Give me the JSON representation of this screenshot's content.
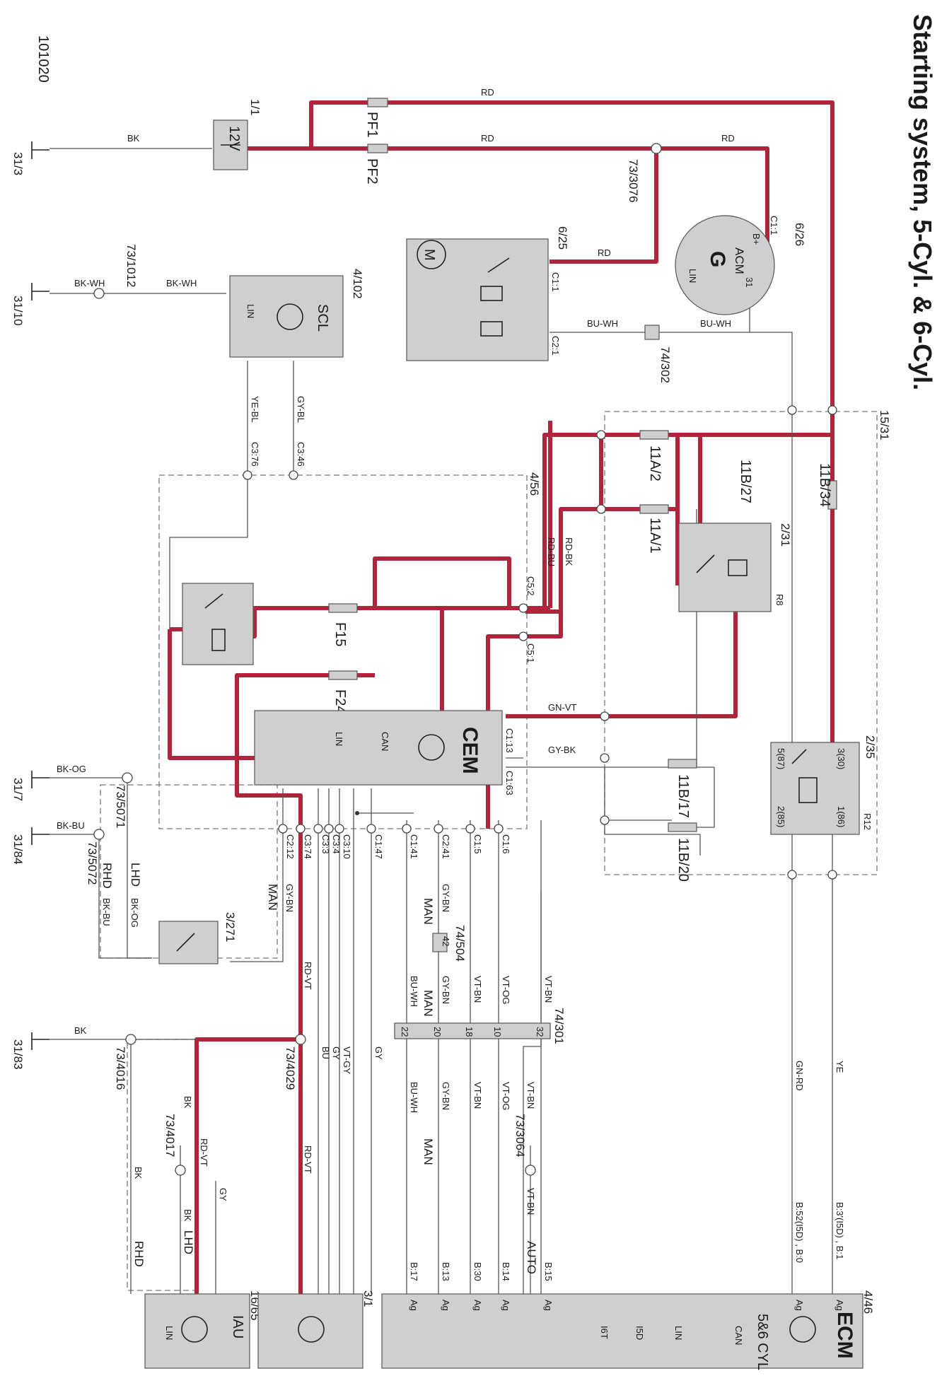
{
  "title": "Starting system, 5-Cyl. & 6-Cyl.",
  "doc_number": "101020",
  "grounds": [
    "31/3",
    "31/10",
    "31/7",
    "31/84",
    "31/83"
  ],
  "splices": [
    "73/1012",
    "73/3076",
    "73/5071",
    "73/5072",
    "73/4016",
    "73/4029",
    "73/4017",
    "73/3064"
  ],
  "components": {
    "battery": {
      "ref": "1/1",
      "label": "12V"
    },
    "pf1": "PF1",
    "pf2": "PF2",
    "starter": {
      "ref": "6/25",
      "label": "M"
    },
    "alternator": {
      "ref": "6/26",
      "label": "G",
      "sub": "ACM",
      "pins": [
        "B+",
        "LIN",
        "31"
      ]
    },
    "scl": {
      "ref": "4/102",
      "label": "SCL",
      "sub": "LIN"
    },
    "connector_302": "74/302",
    "cem": {
      "ref": "4/56",
      "label": "CEM",
      "sub": [
        "CAN",
        "LIN"
      ]
    },
    "fuse_f15": "F15",
    "fuse_f24": "F24",
    "fuse_box": "15/31",
    "f11a2": "11A/2",
    "f11a1": "11A/1",
    "f11b27": "11B/27",
    "f11b34": "11B/34",
    "f11b17": "11B/17",
    "f11b20": "11B/20",
    "relay_r8": {
      "ref": "2/31",
      "label": "R8"
    },
    "relay_r12": {
      "ref": "2/35",
      "label": "R12"
    },
    "switch_271": "3/271",
    "connector_504": {
      "ref": "74/504",
      "pin": "42"
    },
    "connector_301": {
      "ref": "74/301",
      "pins": [
        "22",
        "20",
        "18",
        "10",
        "32"
      ]
    },
    "ecm": {
      "ref": "4/46",
      "label": "ECM",
      "sub": "5&6 CYL",
      "bus": [
        "CAN",
        "LIN",
        "I5D",
        "I6T"
      ]
    },
    "sw31": {
      "ref": "3/1"
    },
    "iau": {
      "ref": "16/65",
      "label": "IAU",
      "sub": "LIN"
    }
  },
  "wire_colors": {
    "rd": "RD",
    "bk": "BK",
    "bkwh": "BK-WH",
    "buwh": "BU-WH",
    "yebl": "YE-BL",
    "gybl": "GY-BL",
    "rdbu": "RD-BU",
    "rdbk": "RD-BK",
    "gnvt": "GN-VT",
    "gybk": "GY-BK",
    "bkog": "BK-OG",
    "bkbu": "BK-BU",
    "gybn": "GY-BN",
    "rdvt": "RD-VT",
    "vtbn": "VT-BN",
    "vtog": "VT-OG",
    "gnrd": "GN-RD",
    "ye": "YE",
    "bu": "BU",
    "gy": "GY",
    "vtgy": "VT-GY"
  },
  "pins": {
    "c11": "C1:1",
    "c21": "C2:1",
    "c376": "C3:76",
    "c346": "C3:46",
    "c52": "C5:2",
    "c51": "C5:1",
    "c113": "C1:13",
    "c163": "C1:63",
    "c212": "C2:12",
    "c374": "C3:74",
    "c33": "C3:3",
    "c34": "C3:4",
    "c310": "C3:10",
    "c147": "C1:47",
    "c141": "C1:41",
    "c241": "C2:41",
    "c15": "C1:5",
    "c16": "C1:6",
    "b17": "B:17",
    "b13": "B:13",
    "b30": "B:30",
    "b14": "B:14",
    "b15": "B:15",
    "b52": "B:52(I5D) , B:0",
    "b3": "B:3'(I5D) , B:1",
    "r12_5": "5(87)",
    "r12_3": "3(30)",
    "r12_2": "2(85)",
    "r12_1": "1(86)"
  },
  "notes": {
    "lhd": "LHD",
    "rhd": "RHD",
    "man": "MAN",
    "auto": "AUTO",
    "ag": "Ag"
  },
  "accent_color": "#b0243c"
}
